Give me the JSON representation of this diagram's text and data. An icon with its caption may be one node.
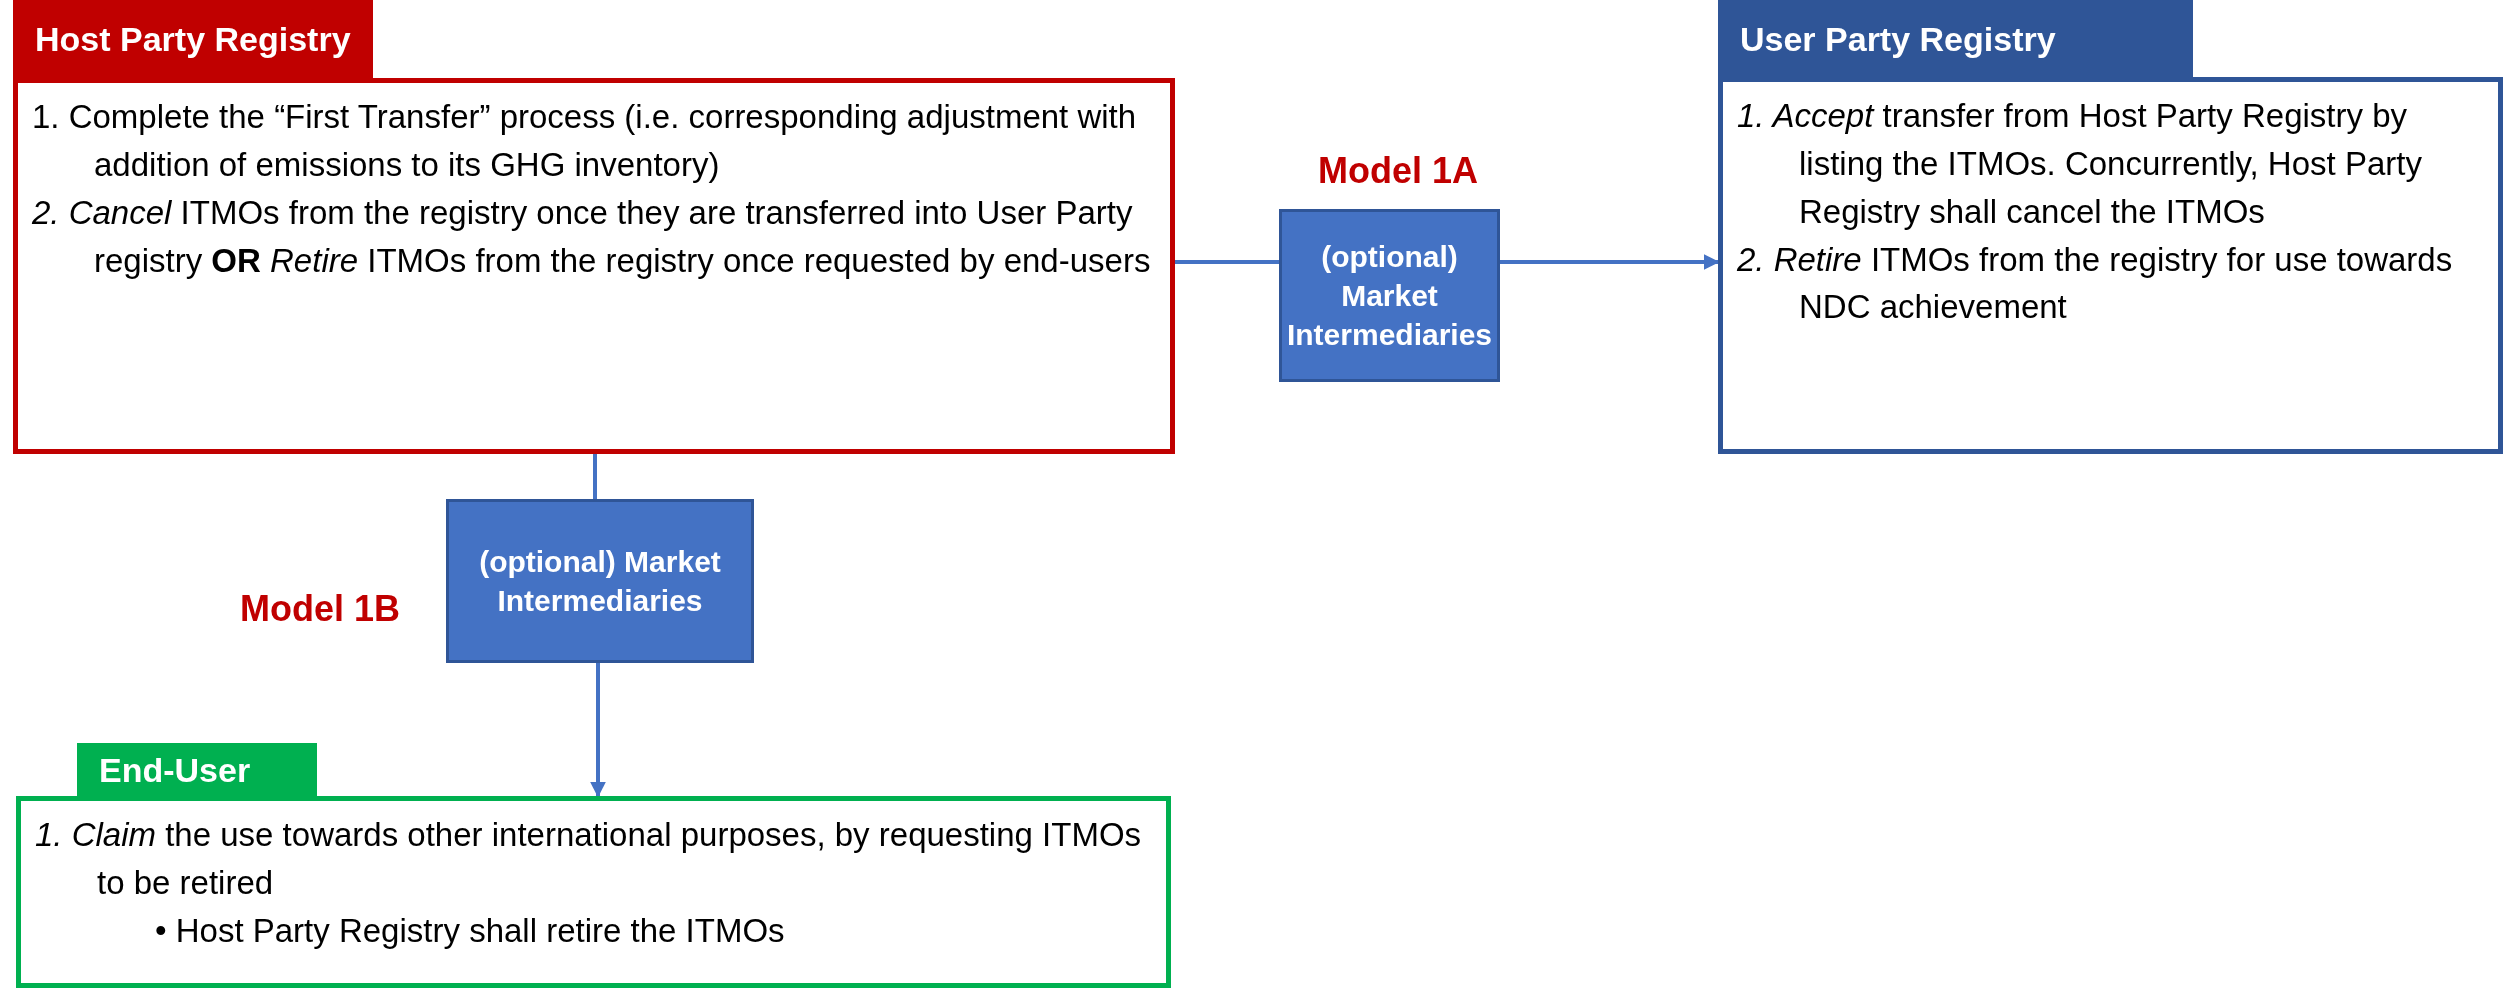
{
  "diagram": {
    "nodes": [
      {
        "text": [
          "Host Party Registry",
          "1. Complete the “First Transfer” process (i.e. corresponding adjustment with addition of emissions to its GHG inventory)",
          "*2. Cancel* ITMOs from the registry once they are transferred into User Party registry **OR** *Retire* ITMOs from the registry once requested by end-users"
        ]
      },
      {
        "text": [
          "(optional) Market Intermediaries"
        ],
        "beside": [
          "Model 1A"
        ]
      },
      {
        "text": [
          "User Party Registry",
          "*1. Accept* transfer from Host Party Registry by listing the ITMOs. Concurrently, Host Party Registry shall cancel the ITMOs",
          "*2. Retire* ITMOs from the registry for use towards NDC achievement"
        ]
      },
      {
        "text": [
          "(optional) Market Intermediaries"
        ],
        "beside": [
          "Model 1B"
        ]
      },
      {
        "text": [
          "End-User",
          "*1. Claim* the use towards other international purposes, by requesting ITMOs to be retired",
          "• Host Party Registry shall retire the ITMOs"
        ]
      }
    ],
    "edges": [
      {
        "from": 0,
        "to": 1,
        "arrow": "none"
      },
      {
        "from": 1,
        "to": 2,
        "arrow": "to"
      },
      {
        "from": 0,
        "to": 3,
        "arrow": "none"
      },
      {
        "from": 3,
        "to": 4,
        "arrow": "to"
      }
    ]
  }
}
